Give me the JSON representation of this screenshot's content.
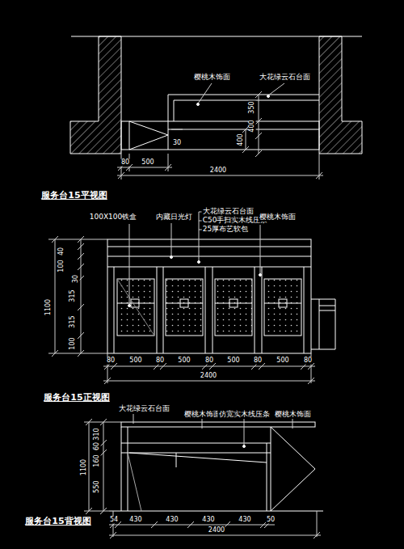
{
  "diagram": {
    "labels": [
      "樱桃木饰面",
      "大花绿云石台面",
      "350",
      "400",
      "400",
      "30",
      "80",
      "500",
      "2400",
      "服务台15平视图",
      "100X100铁盒",
      "内藏日光灯",
      "大花绿云石台面",
      "C50手扫实木线压条",
      "25厚布艺软包",
      "樱桃木饰面",
      "40",
      "100",
      "30",
      "315",
      "315",
      "100",
      "1100",
      "80",
      "500",
      "80",
      "500",
      "80",
      "500",
      "80",
      "500",
      "80",
      "2400",
      "服务台15正视图",
      "大花绿云石台面",
      "樱桃木饰面",
      "仿宽实木线压条",
      "樱桃木饰面",
      "310",
      "60",
      "160",
      "1100",
      "550",
      "54",
      "430",
      "430",
      "430",
      "430",
      "50",
      "2400",
      "服务台15背视图"
    ]
  }
}
